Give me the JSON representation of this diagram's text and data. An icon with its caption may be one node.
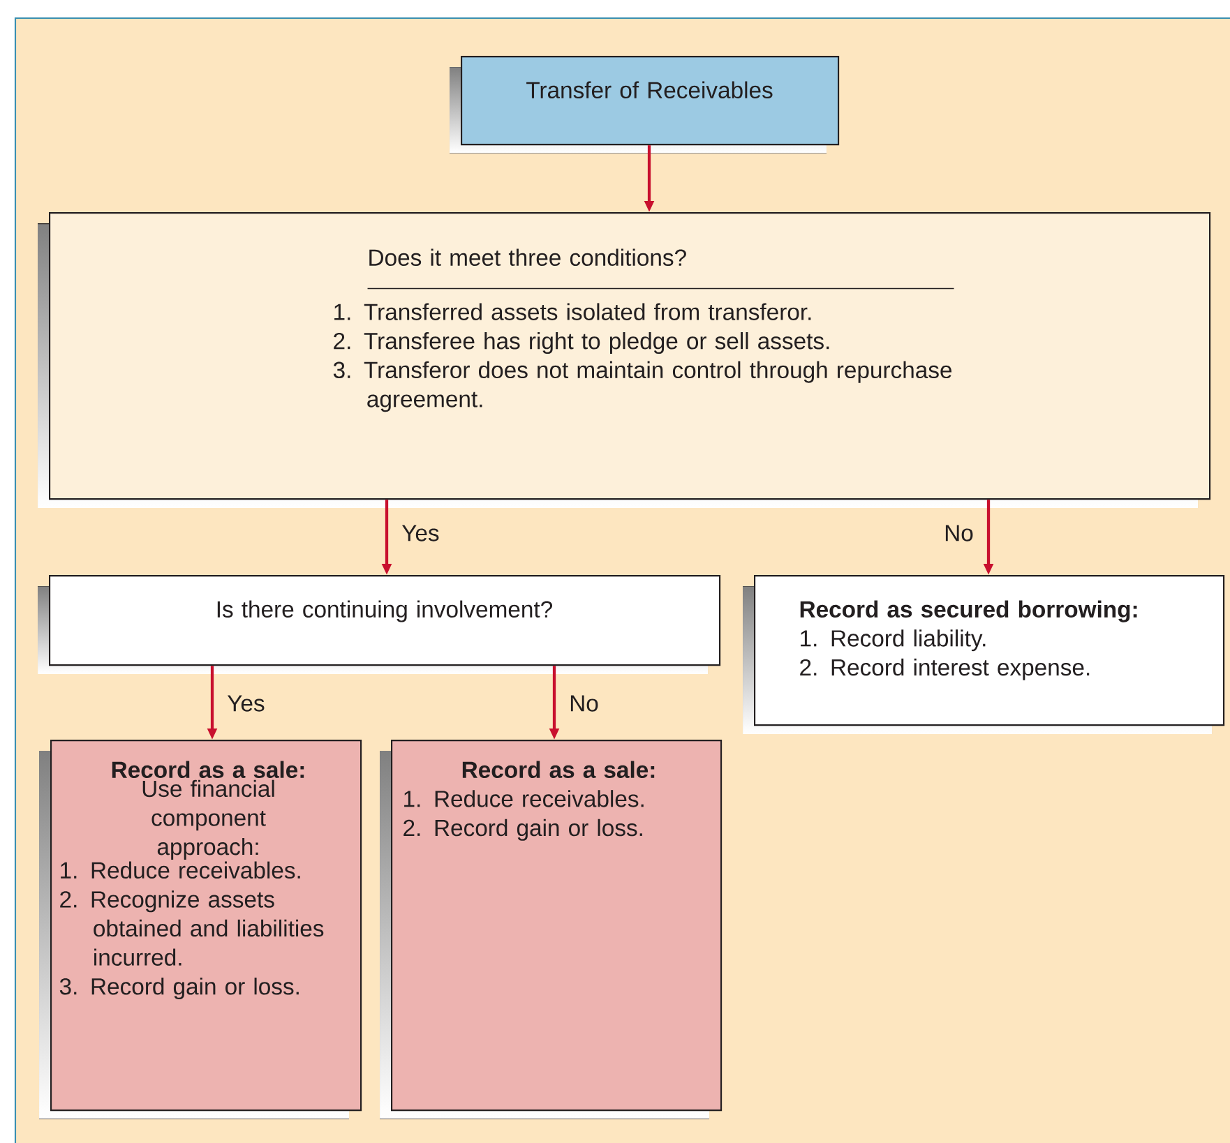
{
  "diagram": {
    "nodes": [
      {
        "text": [
          "Transfer of Receivables"
        ]
      },
      {
        "text": [
          "Does it meet three conditions?",
          "1. Transferred assets isolated from transferor.",
          "2. Transferee has right to pledge or sell assets.",
          "3. Transferor does not maintain control through repurchase agreement."
        ]
      },
      {
        "text": [
          "Is there continuing involvement?"
        ]
      },
      {
        "text": [
          "Record as secured borrowing:",
          "1. Record liability.",
          "2. Record interest expense."
        ]
      },
      {
        "text": [
          "Record as a sale:",
          "Use financial component approach:",
          "1. Reduce receivables.",
          "2. Recognize assets obtained and liabilities incurred.",
          "3. Record gain or loss."
        ]
      },
      {
        "text": [
          "Record as a sale:",
          "1. Reduce receivables.",
          "2. Record gain or loss."
        ]
      }
    ],
    "edges": [
      {
        "from": 0,
        "to": 1,
        "arrow": "to"
      },
      {
        "from": 1,
        "to": 2,
        "arrow": "to",
        "label": "Yes"
      },
      {
        "from": 1,
        "to": 3,
        "arrow": "to",
        "label": "No"
      },
      {
        "from": 2,
        "to": 4,
        "arrow": "to",
        "label": "Yes"
      },
      {
        "from": 2,
        "to": 5,
        "arrow": "to",
        "label": "No"
      }
    ]
  }
}
